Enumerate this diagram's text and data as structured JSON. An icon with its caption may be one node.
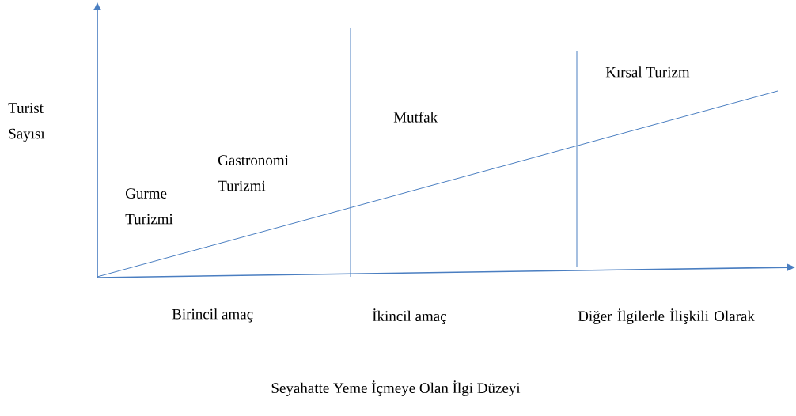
{
  "diagram": {
    "labels": [
      "Turist Sayısı",
      "Gurme Turizmi",
      "Gastronomi Turizmi",
      "Mutfak",
      "Kırsal Turizm",
      "Birincil amaç",
      "İkincil amaç",
      "Diğer İlgilerle İlişkili Olarak",
      "Seyahatte Yeme İçmeye Olan İlgi Düzeyi"
    ]
  }
}
